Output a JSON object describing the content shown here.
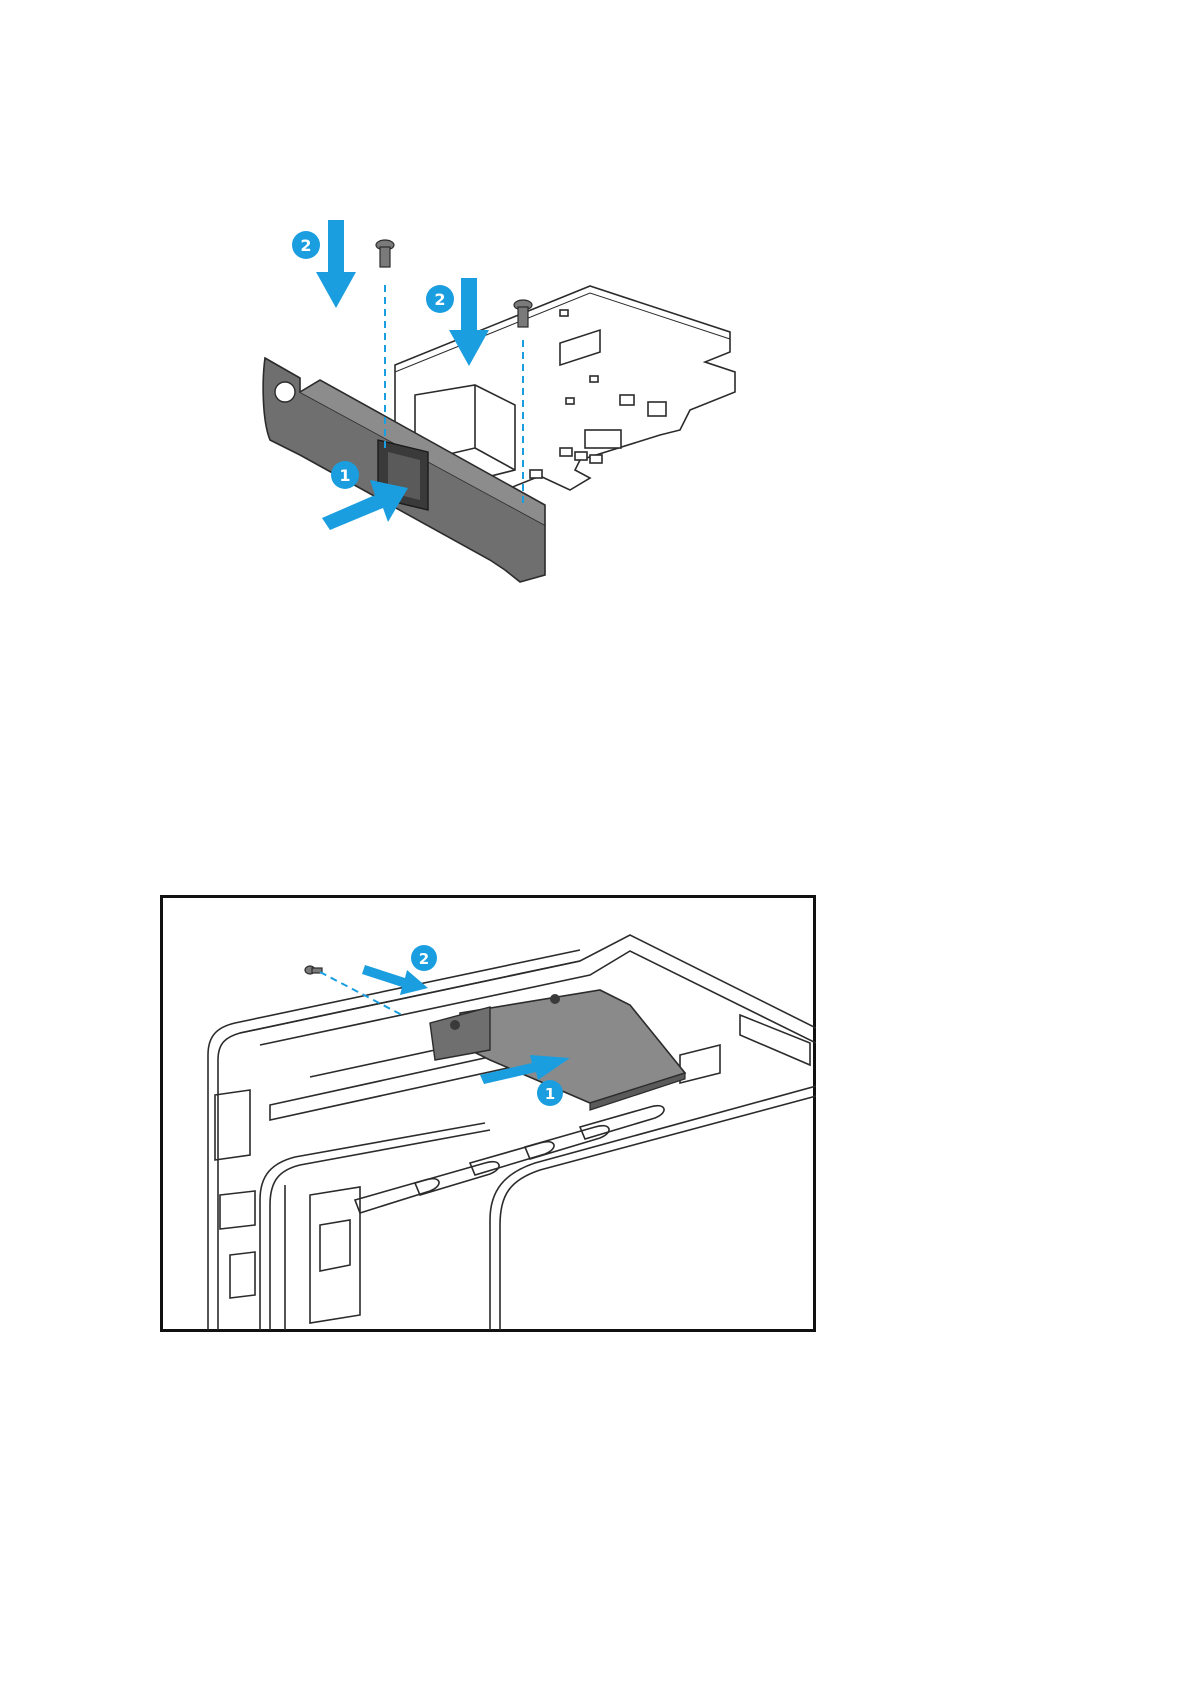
{
  "figure1": {
    "callouts": [
      {
        "label": "2"
      },
      {
        "label": "2"
      },
      {
        "label": "1"
      }
    ]
  },
  "figure2": {
    "callouts": [
      {
        "label": "2"
      },
      {
        "label": "1"
      }
    ]
  },
  "colors": {
    "accent": "#1a9ee0",
    "line": "#2b2b2b",
    "bracket": "#6f6f6f",
    "card_dark": "#8a8a8a"
  }
}
